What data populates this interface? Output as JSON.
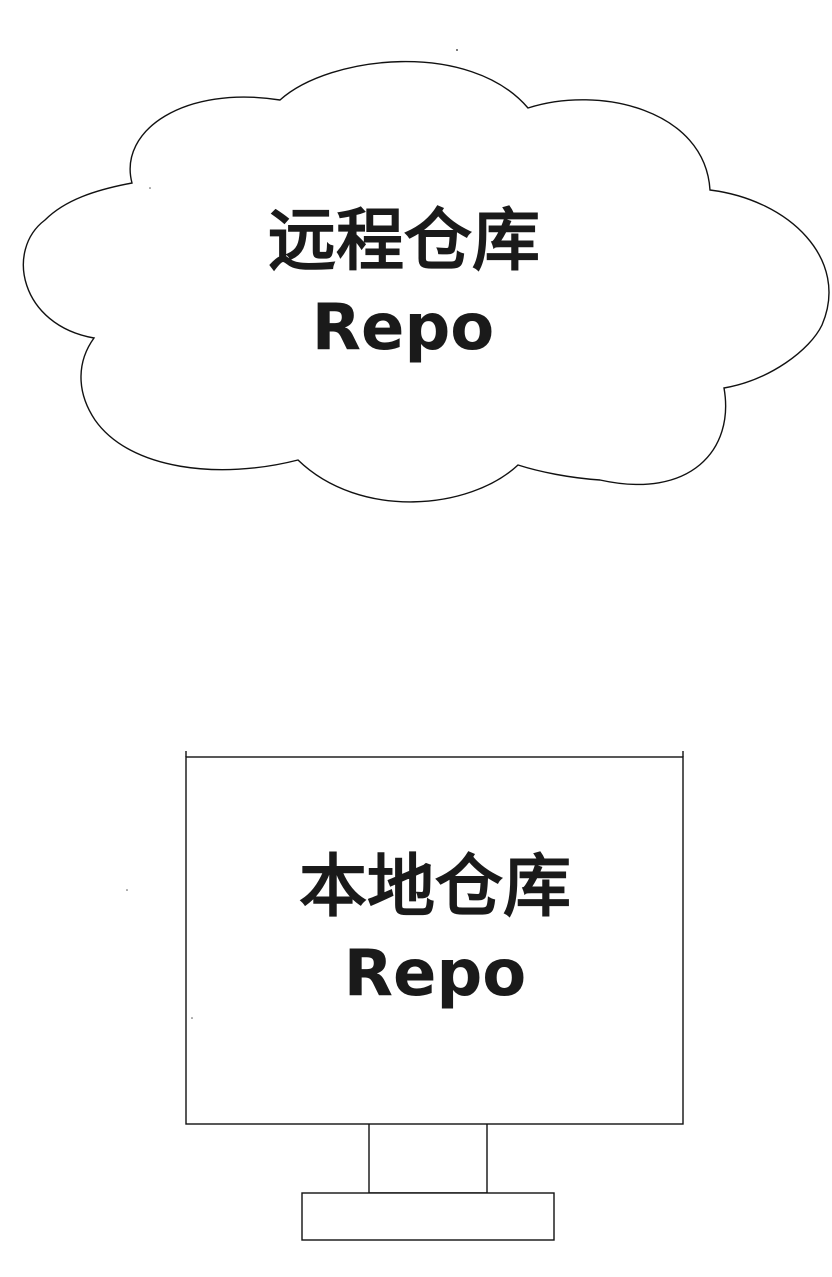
{
  "remote_repo": {
    "title": "远程仓库",
    "subtitle": "Repo"
  },
  "local_repo": {
    "title": "本地仓库",
    "subtitle": "Repo"
  },
  "colors": {
    "stroke": "#111111",
    "text": "#1a1a1a",
    "background": "#ffffff"
  }
}
